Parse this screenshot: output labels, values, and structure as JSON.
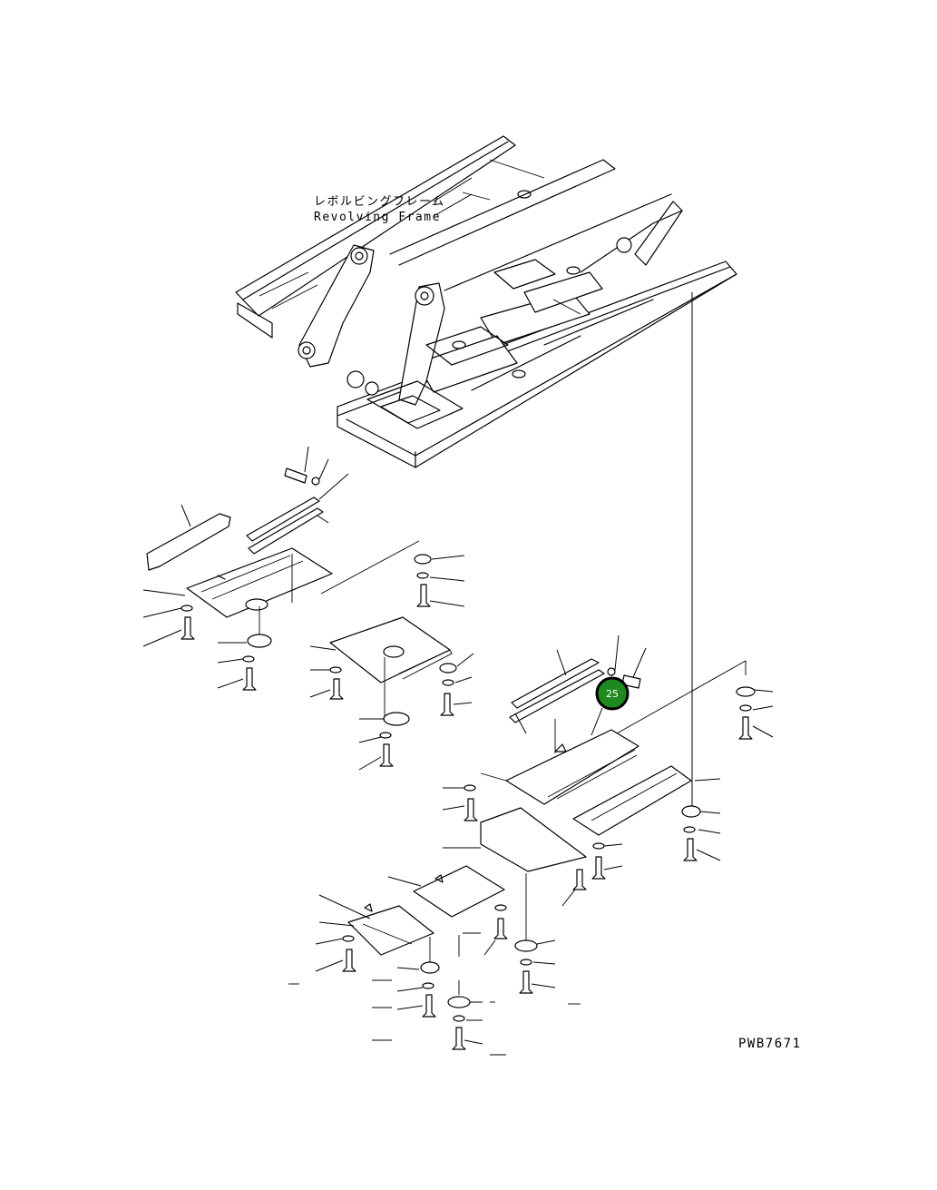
{
  "labels": {
    "frame_jp": "レボルビングフレーム",
    "frame_en": "Revolving Frame",
    "drawing_no": "PWB7671"
  },
  "callout": {
    "number": "25",
    "color": "#1f8a1f"
  }
}
